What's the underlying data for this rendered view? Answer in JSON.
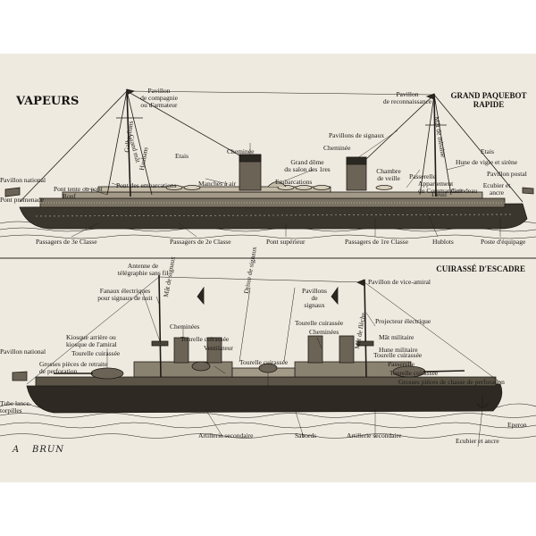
{
  "plate": {
    "top_title": "VAPEURS",
    "top_subtitle": "GRAND PAQUEBOT\nRAPIDE",
    "bottom_subtitle": "CUIRASSÉ D'ESCADRE",
    "signature_initial": "A",
    "signature_name": "BRUN"
  },
  "paquebot_labels": {
    "pavillon_compagnie": "Pavillon\nde compagnie\nou d'armateur",
    "pavillon_reconnaissance": "Pavillon\nde reconnaissance",
    "grand_mat": "Grand mât",
    "galhaubans": "Galhaubans",
    "etais_left": "Etais",
    "cheminee": "Cheminée",
    "pavillon_national": "Pavillon national",
    "pont_tente": "Pont tente ou pont",
    "rouf": "Rouf",
    "pont_promenade": "Pont promenade",
    "haubans": "Haubans",
    "pont_embarcations": "Pont des embarcations",
    "manches_air": "Manches à air",
    "grand_dome": "Grand dôme\ndu salon des 1res",
    "embarcations": "Embarcations",
    "pavillons_signaux": "Pavillons de signaux",
    "cheminee_2": "Cheminée",
    "mat_misaine": "Mât de misaine",
    "chambre_veille": "Chambre\nde veille",
    "passerelle": "Passerelle",
    "appartement": "Appartement\ndu Commandant",
    "treuil": "Treuil",
    "etais_right": "Etais",
    "hune_vigie": "Hune de vigie et sirène",
    "pavillon_postal": "Pavillon postal",
    "guindeau": "Guindeau",
    "ecubier_ancre": "Ecubier et\nancre",
    "passagers_3": "Passagers de 3e Classe",
    "passagers_2": "Passagers de 2e Classe",
    "pont_superieur": "Pont supérieur",
    "passagers_1": "Passagers de 1re Classe",
    "hublots": "Hublots",
    "poste_equipage": "Poste d'équipage"
  },
  "cuirasse_labels": {
    "antenne": "Antenne de\ntélégraphie sans fil",
    "pavillon_vice_amiral": "Pavillon de vice-amiral",
    "fanaux": "Fanaux électriques\npour signaux de nuit",
    "mat_signaux": "Mât de signaux",
    "drisse": "Drisse de signaux",
    "pavillons_signaux": "Pavillons\nde\nsignaux",
    "mat_fleche": "Mât de flèche",
    "projecteur": "Projecteur électrique",
    "mat_militaire": "Mât militaire",
    "hune_militaire": "Hune militaire",
    "pavillon_national": "Pavillon national",
    "kiosque": "Kiosque arrière ou\nkiosque de l'amiral",
    "cheminees_left": "Cheminées",
    "tourelle_1": "Tourelle cuirassée",
    "tourelle_2": "Tourelle cuirassée",
    "ventilateur": "Ventilateur",
    "tourelle_3": "Tourelle cuirassée",
    "tourelle_4": "Tourelle cuirassée",
    "cheminees_right": "Cheminées",
    "grosses_pieces_retraite": "Grosses pièces de retraite\nde perforation",
    "tourelle_5": "Tourelle cuirassée",
    "passerelle": "Passerelle",
    "tourelle_6": "Tourelle cuirassée",
    "grosses_pieces_chasse": "Grosses pièces de chasse de perforation",
    "tube_lance": "Tube lance-\ntorpilles",
    "artillerie_secondaire_1": "Artillerie secondaire",
    "sabords": "Sabords",
    "artillerie_secondaire_2": "Artillerie secondaire",
    "eperon": "Eperon",
    "ecubier_ancre": "Ecubier et ancre"
  },
  "colors": {
    "paper": "#efeae0",
    "ink": "#1a1814"
  }
}
